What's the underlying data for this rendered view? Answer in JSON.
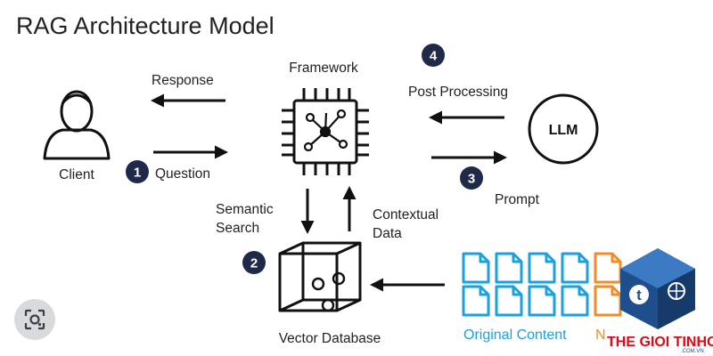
{
  "title": "RAG Architecture Model",
  "nodes": {
    "client": "Client",
    "framework": "Framework",
    "llm": "LLM",
    "vector_db": "Vector Database",
    "original_content": "Original Content",
    "cut_off_letter": "N"
  },
  "edges": {
    "response": "Response",
    "question": "Question",
    "post_processing": "Post Processing",
    "prompt": "Prompt",
    "semantic_line1": "Semantic",
    "semantic_line2": "Search",
    "contextual_line1": "Contextual",
    "contextual_line2": "Data"
  },
  "steps": [
    "1",
    "2",
    "3",
    "4"
  ],
  "watermark": {
    "brand": "THE GIOI TINHOC",
    "domain": ".COM.VN",
    "badge_letter": "t"
  },
  "icons": {
    "client": "user-icon",
    "framework": "chip-network-icon",
    "vector_db": "cube-database-icon",
    "documents": "document-icon",
    "lens": "lens-search-icon"
  },
  "colors": {
    "badge": "#1e2a47",
    "documents": "#1aa1e0",
    "documents_alt": "#f28c28",
    "watermark_blue": "#1f4e8c",
    "watermark_red": "#e30613"
  }
}
